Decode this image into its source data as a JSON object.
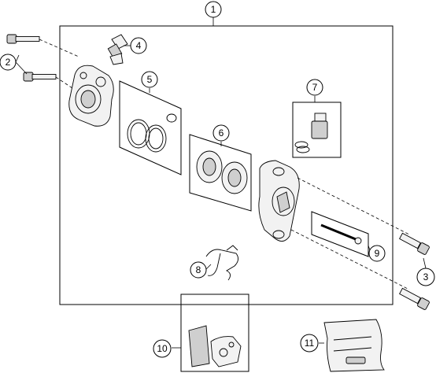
{
  "callouts": [
    {
      "id": "c1",
      "label": "1"
    },
    {
      "id": "c2",
      "label": "2"
    },
    {
      "id": "c3",
      "label": "3"
    },
    {
      "id": "c4",
      "label": "4"
    },
    {
      "id": "c5",
      "label": "5"
    },
    {
      "id": "c6",
      "label": "6"
    },
    {
      "id": "c7",
      "label": "7"
    },
    {
      "id": "c8",
      "label": "8"
    },
    {
      "id": "c9",
      "label": "9"
    },
    {
      "id": "c10",
      "label": "10"
    },
    {
      "id": "c11",
      "label": "11"
    }
  ],
  "colors": {
    "line": "#000000",
    "fill": "#f2f2f2",
    "shade": "#cfcfcf",
    "background": "#ffffff"
  }
}
